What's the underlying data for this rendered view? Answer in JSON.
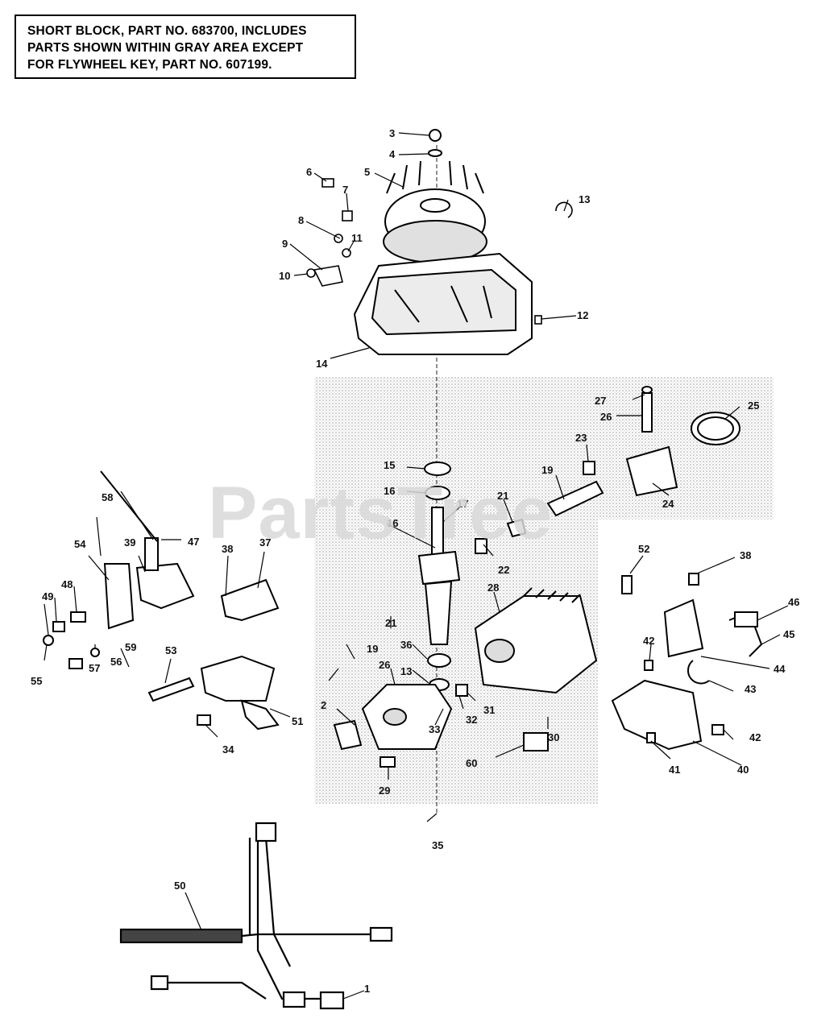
{
  "note": {
    "lines": [
      "SHORT BLOCK, PART NO. 683700, INCLUDES",
      "PARTS SHOWN WITHIN GRAY AREA EXCEPT",
      "FOR FLYWHEEL KEY, PART NO. 607199."
    ]
  },
  "watermark": "PartsTree",
  "callouts": [
    "1",
    "2",
    "3",
    "4",
    "5",
    "6",
    "7",
    "8",
    "9",
    "10",
    "11",
    "12",
    "13",
    "14",
    "15",
    "16",
    "16",
    "17",
    "19",
    "19",
    "21",
    "21",
    "22",
    "23",
    "24",
    "25",
    "26",
    "26",
    "27",
    "28",
    "29",
    "30",
    "31",
    "32",
    "33",
    "34",
    "35",
    "36",
    "37",
    "38",
    "38",
    "39",
    "40",
    "41",
    "42",
    "42",
    "43",
    "44",
    "45",
    "46",
    "47",
    "48",
    "49",
    "50",
    "51",
    "52",
    "53",
    "54",
    "55",
    "56",
    "57",
    "58",
    "59",
    "60",
    "13"
  ]
}
